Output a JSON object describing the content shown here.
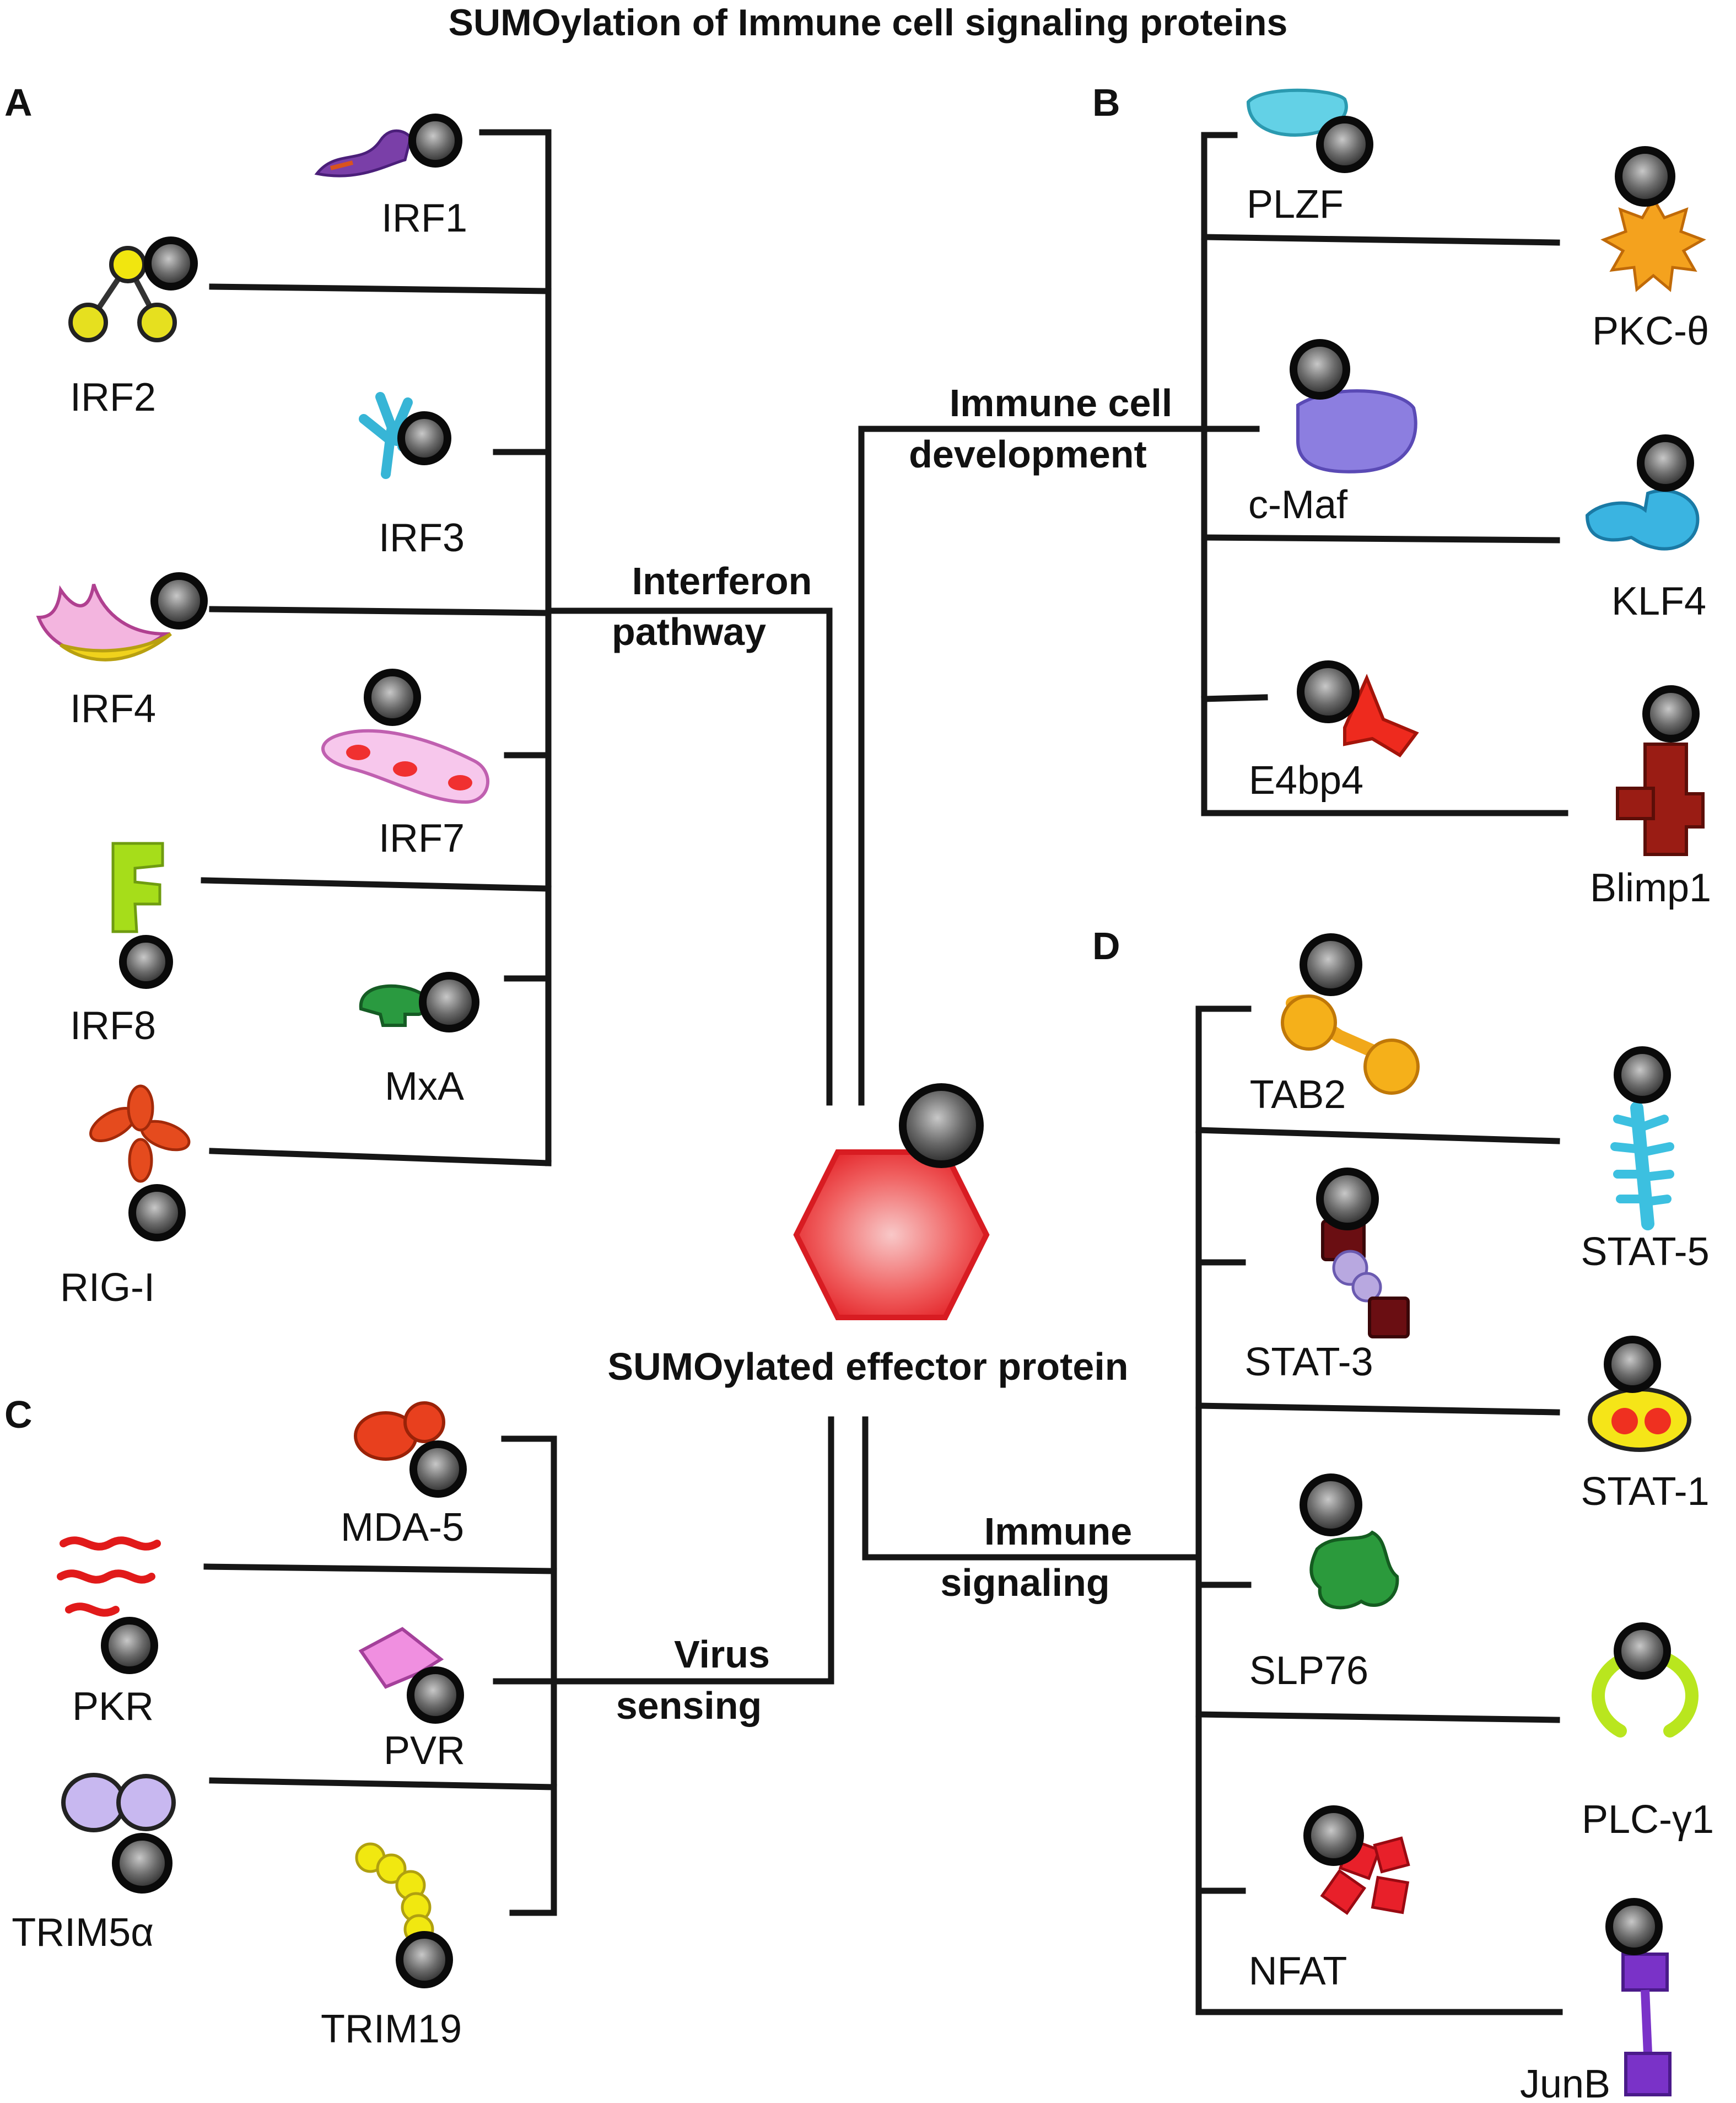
{
  "title": "SUMOylation of Immune cell signaling proteins",
  "panels": {
    "A": "A",
    "B": "B",
    "C": "C",
    "D": "D"
  },
  "center_label": "SUMOylated effector protein",
  "categories": {
    "interferon": [
      "Interferon",
      "pathway"
    ],
    "development": [
      "Immune cell",
      "development"
    ],
    "virus": [
      "Virus",
      "sensing"
    ],
    "signaling": [
      "Immune",
      "signaling"
    ]
  },
  "proteins": {
    "A": [
      "IRF1",
      "IRF2",
      "IRF3",
      "IRF4",
      "IRF7",
      "IRF8",
      "MxA",
      "RIG-I"
    ],
    "B": [
      "PLZF",
      "PKC-θ",
      "c-Maf",
      "KLF4",
      "E4bp4",
      "Blimp1"
    ],
    "C": [
      "MDA-5",
      "PKR",
      "PVR",
      "TRIM5α",
      "TRIM19"
    ],
    "D": [
      "TAB2",
      "STAT-5",
      "STAT-3",
      "STAT-1",
      "SLP76",
      "PLC-γ1",
      "NFAT",
      "JunB"
    ]
  },
  "colors": {
    "sumo": "#2a2a2a",
    "effector": "#e8262a",
    "lines": "#161616"
  }
}
